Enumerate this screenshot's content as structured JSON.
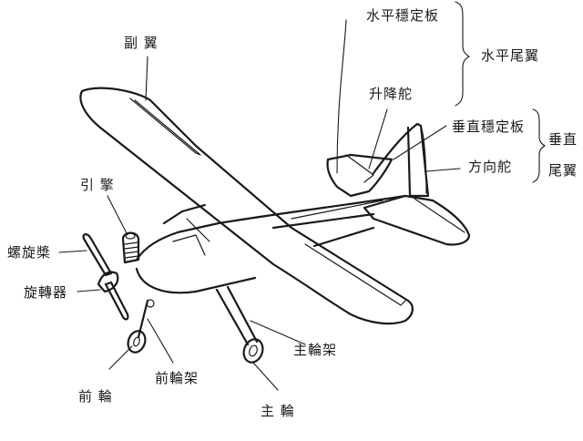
{
  "diagram": {
    "subject": "model airplane parts",
    "colors": {
      "line": "#1a1a1a",
      "background": "#ffffff"
    },
    "labels": {
      "aileron": "副 翼",
      "horizontal_stabilizer": "水平穩定板",
      "horizontal_tail": "水平尾翼",
      "elevator": "升降舵",
      "vertical_stabilizer": "垂直穩定板",
      "rudder": "方向舵",
      "vertical_tail_line1": "垂直",
      "vertical_tail_line2": "尾翼",
      "engine": "引 擎",
      "propeller": "螺旋槳",
      "spinner": "旋轉器",
      "main_gear_strut": "主輪架",
      "nose_gear_strut": "前輪架",
      "nose_wheel": "前 輪",
      "main_wheel": "主 輪"
    }
  }
}
